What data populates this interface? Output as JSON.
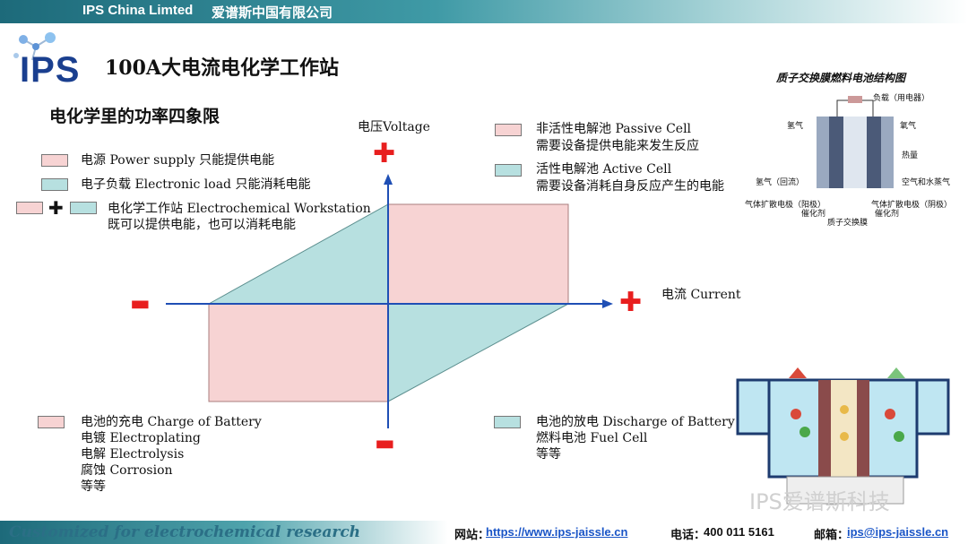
{
  "header": {
    "company_en": "IPS China Limted",
    "company_cn": "爱谱斯中国有限公司"
  },
  "logo": {
    "text": "IPS"
  },
  "title": "100A大电流电化学工作站",
  "subtitle": "电化学里的功率四象限",
  "legend_left": [
    {
      "color": "pink",
      "text": "电源 Power supply 只能提供电能"
    },
    {
      "color": "teal",
      "text": "电子负载 Electronic load 只能消耗电能"
    },
    {
      "color": "both",
      "line1": "电化学工作站 Electrochemical Workstation",
      "line2": "既可以提供电能，也可以消耗电能"
    }
  ],
  "legend_right": [
    {
      "color": "pink",
      "line1": "非活性电解池 Passive Cell",
      "line2": "需要设备提供电能来发生反应"
    },
    {
      "color": "teal",
      "line1": "活性电解池 Active Cell",
      "line2": "需要设备消耗自身反应产生的电能"
    }
  ],
  "quadrant_bottom_left": {
    "color": "pink",
    "lines": [
      "电池的充电 Charge of Battery",
      "电镀 Electroplating",
      "电解 Electrolysis",
      "腐蚀 Corrosion",
      "等等"
    ]
  },
  "quadrant_bottom_right": {
    "color": "teal",
    "lines": [
      "电池的放电 Discharge of Battery",
      "燃料电池 Fuel Cell",
      "等等"
    ]
  },
  "axes": {
    "y_label": "电压Voltage",
    "x_label": "电流 Current",
    "plus": "✚",
    "minus": "▬"
  },
  "fuel_cell_figure": {
    "title": "质子交换膜燃料电池结构图",
    "load": "负载（用电器）",
    "hydrogen_in": "氢气",
    "oxygen_in": "氧气",
    "heat": "热量",
    "hydrogen_return": "氢气（回流）",
    "air_vapor": "空气和水蒸气",
    "anode": "气体扩散电极（阳极）",
    "cathode": "气体扩散电极（阴极）",
    "catalyst_left": "催化剂",
    "catalyst_right": "催化剂",
    "membrane": "质子交换膜"
  },
  "colors": {
    "pink": "#f7d3d3",
    "teal": "#b7e0e0",
    "axis": "#1f4fb5",
    "sign": "#e81e1e",
    "brand_blue": "#1a3f8f"
  },
  "footer": {
    "slogan": "Customized for electrochemical research",
    "website_label": "网站：",
    "website": "https://www.ips-jaissle.cn",
    "phone_label": "电话：",
    "phone": "400 011 5161",
    "email_label": "邮箱：",
    "email": "ips@ips-jaissle.cn"
  },
  "watermark": "IPS爱谱斯科技"
}
